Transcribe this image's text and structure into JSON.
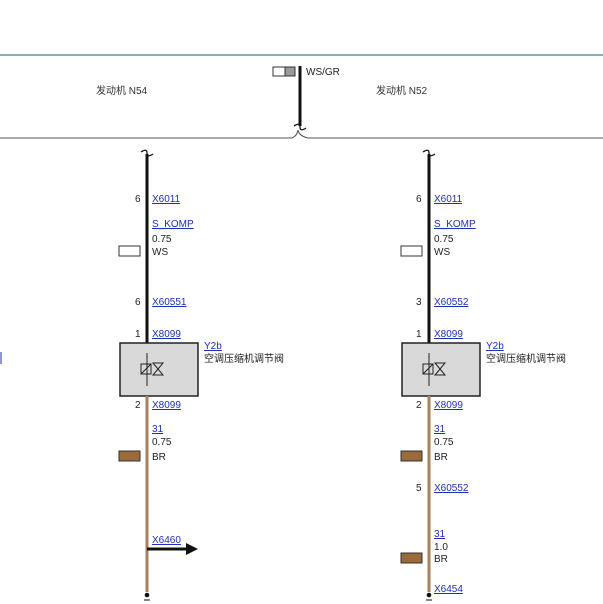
{
  "colors": {
    "header_line": "#3f7f8c",
    "wire_black": "#111111",
    "wire_brown": "#a8825a",
    "swatch_brown": "#9a6a3a",
    "link_blue": "#1f2fb8",
    "component_fill": "#d9d9d9"
  },
  "header": {
    "engine_left": "发动机 N54",
    "engine_right": "发动机 N52",
    "top_wire_color": "WS/GR"
  },
  "left": {
    "pin_x6011": "6",
    "conn_x6011": "X6011",
    "signal": "S_KOMP",
    "signal_size": "0.75",
    "signal_color": "WS",
    "pin_x60551": "6",
    "conn_x60551": "X60551",
    "pin_x8099_top": "1",
    "conn_x8099_top": "X8099",
    "comp_id": "Y2b",
    "comp_name": "空调压缩机调节阀",
    "pin_x8099_bottom": "2",
    "conn_x8099_bottom": "X8099",
    "ground": "31",
    "ground_size": "0.75",
    "ground_color": "BR",
    "conn_x6460": "X6460",
    "icon_valve": "solenoid-valve-icon"
  },
  "right": {
    "pin_x6011": "6",
    "conn_x6011": "X6011",
    "signal": "S_KOMP",
    "signal_size": "0.75",
    "signal_color": "WS",
    "pin_x60552": "3",
    "conn_x60552": "X60552",
    "pin_x8099_top": "1",
    "conn_x8099_top": "X8099",
    "comp_id": "Y2b",
    "comp_name": "空调压缩机调节阀",
    "pin_x8099_bottom": "2",
    "conn_x8099_bottom": "X8099",
    "ground1": "31",
    "ground1_size": "0.75",
    "ground1_color": "BR",
    "pin_x60552_b": "5",
    "conn_x60552_b": "X60552",
    "ground2": "31",
    "ground2_size": "1.0",
    "ground2_color": "BR",
    "conn_x6454": "X6454",
    "icon_valve": "solenoid-valve-icon"
  }
}
